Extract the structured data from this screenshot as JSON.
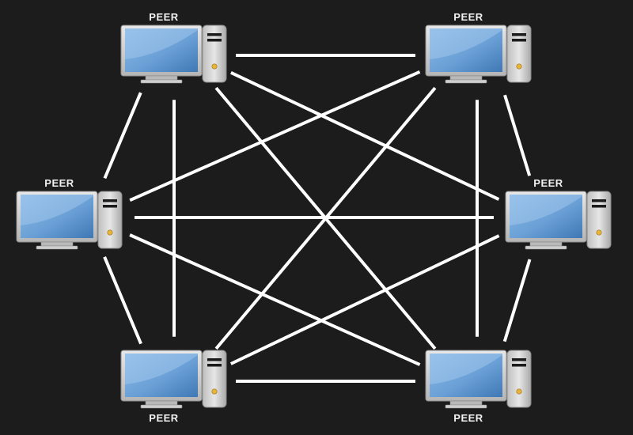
{
  "diagram": {
    "peers": [
      {
        "id": "peer-top-left",
        "label": "PEER"
      },
      {
        "id": "peer-top-right",
        "label": "PEER"
      },
      {
        "id": "peer-mid-left",
        "label": "PEER"
      },
      {
        "id": "peer-mid-right",
        "label": "PEER"
      },
      {
        "id": "peer-bottom-left",
        "label": "PEER"
      },
      {
        "id": "peer-bottom-right",
        "label": "PEER"
      }
    ],
    "connections": [
      [
        "peer-top-left",
        "peer-top-right"
      ],
      [
        "peer-top-left",
        "peer-mid-left"
      ],
      [
        "peer-top-left",
        "peer-mid-right"
      ],
      [
        "peer-top-left",
        "peer-bottom-left"
      ],
      [
        "peer-top-left",
        "peer-bottom-right"
      ],
      [
        "peer-top-right",
        "peer-mid-left"
      ],
      [
        "peer-top-right",
        "peer-mid-right"
      ],
      [
        "peer-top-right",
        "peer-bottom-left"
      ],
      [
        "peer-top-right",
        "peer-bottom-right"
      ],
      [
        "peer-mid-left",
        "peer-mid-right"
      ],
      [
        "peer-mid-left",
        "peer-bottom-left"
      ],
      [
        "peer-mid-left",
        "peer-bottom-right"
      ],
      [
        "peer-mid-right",
        "peer-bottom-left"
      ],
      [
        "peer-mid-right",
        "peer-bottom-right"
      ],
      [
        "peer-bottom-left",
        "peer-bottom-right"
      ]
    ],
    "colors": {
      "background": "#1c1c1c",
      "link": "#ffffff",
      "label": "#f2f2f2",
      "screen": "#6fa3d8",
      "case": "#d4d4d4",
      "power_led": "#e8b43a"
    },
    "icon": "desktop-computer-icon"
  }
}
